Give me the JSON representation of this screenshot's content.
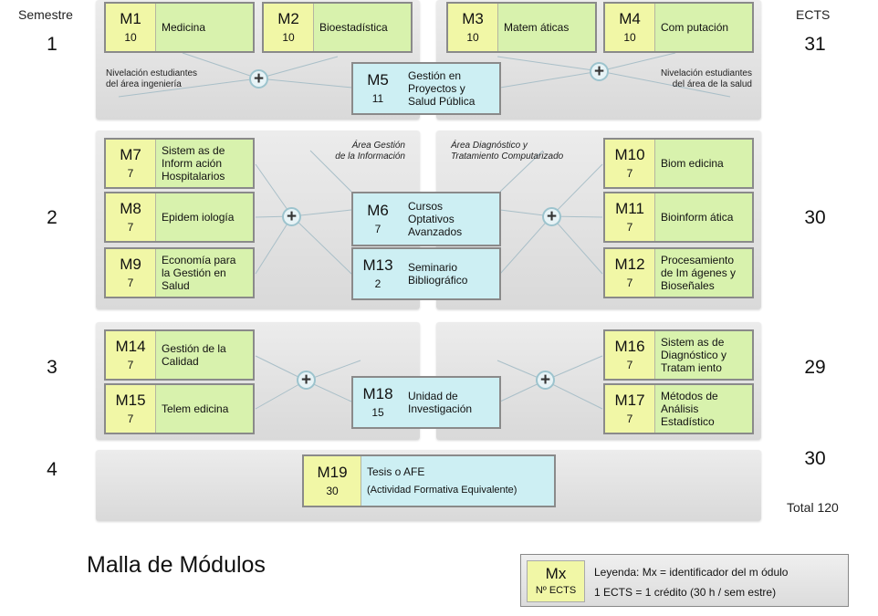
{
  "headers": {
    "semestre": "Semestre",
    "ects": "ECTS"
  },
  "semesters": [
    {
      "number": "1",
      "ects": "31"
    },
    {
      "number": "2",
      "ects": "30"
    },
    {
      "number": "3",
      "ects": "29"
    },
    {
      "number": "4",
      "ects": "30"
    }
  ],
  "total": "Total 120",
  "title": "Malla de Módulos",
  "notes": {
    "eng_1": "Nivelación estudiantes",
    "eng_2": "del área ingeniería",
    "health_1": "Nivelación estudiantes",
    "health_2": "del área de la salud",
    "info_1": "Área Gestión",
    "info_2": "de la Información",
    "diag_1": "Área Diagnóstico y",
    "diag_2": "Tratamiento Computarizado"
  },
  "modules": {
    "m1": {
      "id": "M1",
      "ects": "10",
      "name": [
        "Medicina"
      ]
    },
    "m2": {
      "id": "M2",
      "ects": "10",
      "name": [
        "Bioestadística"
      ]
    },
    "m3": {
      "id": "M3",
      "ects": "10",
      "name": [
        "Matem áticas"
      ]
    },
    "m4": {
      "id": "M4",
      "ects": "10",
      "name": [
        "Com putación"
      ]
    },
    "m5": {
      "id": "M5",
      "ects": "11",
      "name": [
        "Gestión en",
        "Proyectos y",
        "Salud Pública"
      ]
    },
    "m6": {
      "id": "M6",
      "ects": "7",
      "name": [
        "Cursos",
        "Optativos",
        "Avanzados"
      ]
    },
    "m7": {
      "id": "M7",
      "ects": "7",
      "name": [
        "Sistem as de",
        "Inform ación",
        "Hospitalarios"
      ]
    },
    "m8": {
      "id": "M8",
      "ects": "7",
      "name": [
        "Epidem iología"
      ]
    },
    "m9": {
      "id": "M9",
      "ects": "7",
      "name": [
        "Economía para",
        "la Gestión en",
        "Salud"
      ]
    },
    "m10": {
      "id": "M10",
      "ects": "7",
      "name": [
        "Biom edicina"
      ]
    },
    "m11": {
      "id": "M11",
      "ects": "7",
      "name": [
        "Bioinform ática"
      ]
    },
    "m12": {
      "id": "M12",
      "ects": "7",
      "name": [
        "Procesamiento",
        "de Im ágenes y",
        "Bioseñales"
      ]
    },
    "m13": {
      "id": "M13",
      "ects": "2",
      "name": [
        "Seminario",
        "Bibliográfico"
      ]
    },
    "m14": {
      "id": "M14",
      "ects": "7",
      "name": [
        "Gestión de la",
        "Calidad"
      ]
    },
    "m15": {
      "id": "M15",
      "ects": "7",
      "name": [
        "Telem edicina"
      ]
    },
    "m16": {
      "id": "M16",
      "ects": "7",
      "name": [
        "Sistem as de",
        "Diagnóstico y",
        "Tratam iento"
      ]
    },
    "m17": {
      "id": "M17",
      "ects": "7",
      "name": [
        "Métodos de",
        "Análisis",
        "Estadístico"
      ]
    },
    "m18": {
      "id": "M18",
      "ects": "15",
      "name": [
        "Unidad de",
        "Investigación"
      ]
    },
    "m19": {
      "id": "M19",
      "ects": "30",
      "name": [
        "Tesis o AFE",
        "(Actividad Formativa Equivalente)"
      ]
    }
  },
  "plus_symbol": "+",
  "legend": {
    "id": "Mx",
    "ects": "Nº ECTS",
    "line1": "Leyenda: Mx = identificador del m ódulo",
    "line2": "1 ECTS = 1 crédito (30 h / sem estre)"
  }
}
